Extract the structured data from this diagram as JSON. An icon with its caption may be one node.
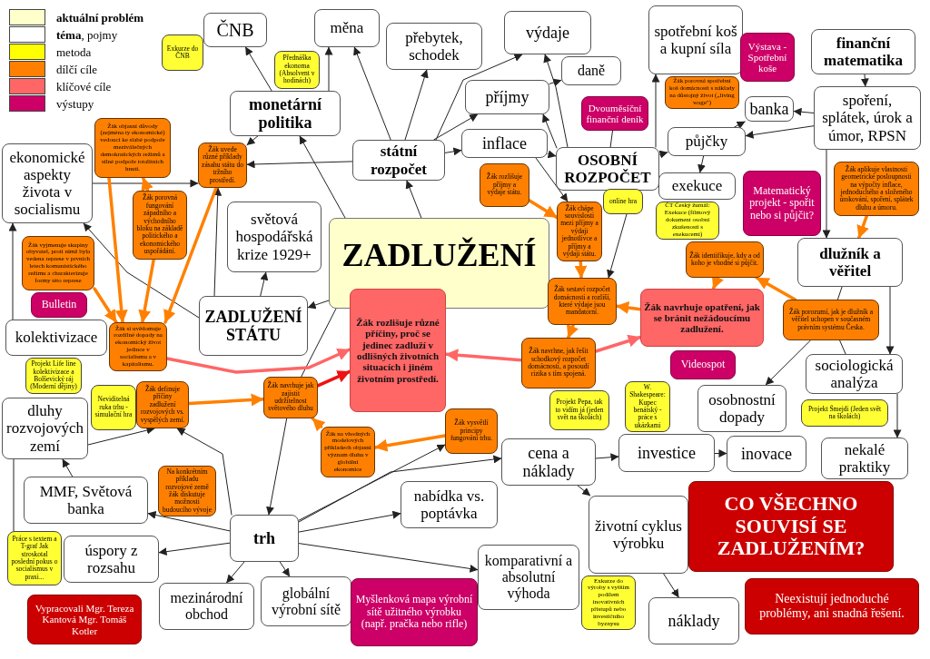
{
  "diagram": {
    "nodes": [
      {
        "text": [
          "ČNB"
        ]
      },
      {
        "text": [
          "Exkurze do ČNB"
        ]
      },
      {
        "text": [
          "měna"
        ]
      },
      {
        "text": [
          "přebytek, schodek"
        ]
      },
      {
        "text": [
          "výdaje"
        ]
      },
      {
        "text": [
          "daně"
        ]
      },
      {
        "text": [
          "spotřební koš a kupní síla"
        ]
      },
      {
        "text": [
          "Výstava - Spotřební koše"
        ]
      },
      {
        "text": [
          "finanční matematika"
        ]
      },
      {
        "text": [
          "Přednáška ekonoma (Absolvent v hodinách)"
        ]
      },
      {
        "text": [
          "monetární politika"
        ]
      },
      {
        "text": [
          "příjmy"
        ]
      },
      {
        "text": [
          "Dvouměsíční finanční deník"
        ]
      },
      {
        "text": [
          "Žák porovná spotřební koš domácnosti s náklady na důstojný život („living wage\")"
        ]
      },
      {
        "text": [
          "banka"
        ]
      },
      {
        "text": [
          "spoření, splátek, úrok a úmor, RPSN"
        ]
      },
      {
        "text": [
          "Žák objasní důvody (zejména ty ekonomické) vedoucí ke slabé podpoře meziválečných demokratických režimů a silné podpoře totalitních hnutí."
        ]
      },
      {
        "text": [
          "Žák uvede různé příklady zásahu státu do tržního prostředí."
        ]
      },
      {
        "text": [
          "státní rozpočet"
        ]
      },
      {
        "text": [
          "inflace"
        ]
      },
      {
        "text": [
          "OSOBNÍ ROZPOČET"
        ]
      },
      {
        "text": [
          "půjčky"
        ]
      },
      {
        "text": [
          "ekonomické aspekty života v socialismu"
        ]
      },
      {
        "text": [
          "exekuce"
        ]
      },
      {
        "text": [
          "Žák rozlišuje příjmy a výdaje státu."
        ]
      },
      {
        "text": [
          "Žák chápe souvislosti mezi příjmy a výdaji jednotlivce a příjmy a výdaji státu."
        ]
      },
      {
        "text": [
          "online hra"
        ]
      },
      {
        "text": [
          "Matematický projekt - spořit nebo si půjčit?"
        ]
      },
      {
        "text": [
          "Žák aplikuje vlastnosti geometrické posloupnosti na výpočty inflace, jednoduchého a složeného úrokování, spoření, splátek dluhu a úmoru."
        ]
      },
      {
        "text": [
          "Žák porovná fungování západního a východního bloku na základě politického a ekonomického uspořádání."
        ]
      },
      {
        "text": [
          "světová hospodářská krize 1929+"
        ]
      },
      {
        "text": [
          "ZADLUŽENÍ"
        ]
      },
      {
        "text": [
          "ČT Český žurnál: Exekuce (filmový dokument osobní zkušenosti s exekucemi)"
        ]
      },
      {
        "text": [
          "Žák identifikuje, kdy a od koho je vhodné si půjčit."
        ]
      },
      {
        "text": [
          "dlužník a věřitel"
        ]
      },
      {
        "text": [
          "Žák vyjmenuje skupiny obyvatel, proti nimž byla vedena represe v prvních letech komunistického režimu a charakterizuje formy této represe"
        ]
      },
      {
        "text": [
          "Bulletin"
        ]
      },
      {
        "text": [
          "ZADLUŽENÍ STÁTU"
        ]
      },
      {
        "text": [
          "kolektivizace"
        ]
      },
      {
        "text": [
          "Žák si uvědomuje rozdílné dopady na ekonomický život jedince v socialismu a v kapitalismu."
        ]
      },
      {
        "text": [
          "Žák rozlišuje různé příčiny, proč se jedinec zadluží v odlišných životních situacích i jiném životním prostředí."
        ]
      },
      {
        "text": [
          "Žák sestaví rozpočet domácnosti a rozliší, které výdaje jsou mandatorní."
        ]
      },
      {
        "text": [
          "Žák navrhuje opatření, jak se bránit nežádoucímu zadlužení."
        ]
      },
      {
        "text": [
          "Žák navrhne, jak řešit schodkový rozpočet domácnosti, a posoudí rizika s tím spojená."
        ]
      },
      {
        "text": [
          "Žák porozumí, jak je dlužník a věřitel uchopen v současném právním systému Česka."
        ]
      },
      {
        "text": [
          "Projekt Life line kolektivizace a Bolševický ráj (Moderní dějiny)"
        ]
      },
      {
        "text": [
          "Videospot"
        ]
      },
      {
        "text": [
          "sociologická analýza"
        ]
      },
      {
        "text": [
          "W. Shakespeare: Kupec benátský - práce s ukázkami"
        ]
      },
      {
        "text": [
          "Žák navrhuje jak zajistit udržitelnost světového dluhu"
        ]
      },
      {
        "text": [
          "Projekt Pepa, tak to vidím já (jeden svět na školách)"
        ]
      },
      {
        "text": [
          "osobnostní dopady"
        ]
      },
      {
        "text": [
          "dluhy rozvojových zemí"
        ]
      },
      {
        "text": [
          "Neviditelná ruka trhu - simulační hra"
        ]
      },
      {
        "text": [
          "Žák definuje příčiny zadlužení rozvojových vs. vyspělých zemí."
        ]
      },
      {
        "text": [
          "Projekt Šmejdi (Jeden svět na školách)"
        ]
      },
      {
        "text": [
          "Žák vysvětlí principy fungování trhu."
        ]
      },
      {
        "text": [
          "Žák na vhodných modelových příkladech objasní význam dluhu v globální ekonomice"
        ]
      },
      {
        "text": [
          "investice"
        ]
      },
      {
        "text": [
          "inovace"
        ]
      },
      {
        "text": [
          "nekalé praktiky"
        ]
      },
      {
        "text": [
          "cena a náklady"
        ]
      },
      {
        "text": [
          "MMF, Světová banka"
        ]
      },
      {
        "text": [
          "Na konkrétním příkladu rozvojové země žák diskutuje možnosti budoucího vývoje"
        ]
      },
      {
        "text": [
          "nabídka vs. poptávka"
        ]
      },
      {
        "text": [
          "životní cyklus výrobku"
        ]
      },
      {
        "text": [
          "CO VŠECHNO SOUVISÍ SE ZADLUŽENÍM?"
        ]
      },
      {
        "text": [
          "trh"
        ]
      },
      {
        "text": [
          "Práce s textem a T-graf Jak stroskotal poslední pokus o socialismus v praxi..."
        ]
      },
      {
        "text": [
          "úspory z rozsahu"
        ]
      },
      {
        "text": [
          "komparativní a absolutní výhoda"
        ]
      },
      {
        "text": [
          "Exkurze do výroby s vyšším podílem inovativních přístupů nebo investičního byznysu"
        ]
      },
      {
        "text": [
          "Neexistují jednoduché problémy, ani snadná řešení."
        ]
      },
      {
        "text": [
          "mezinárodní obchod"
        ]
      },
      {
        "text": [
          "globální výrobní sítě"
        ]
      },
      {
        "text": [
          "Myšlenková mapa výrobní sítě užitného výrobku (např. pračka nebo rifle)"
        ]
      },
      {
        "text": [
          "náklady"
        ]
      },
      {
        "text": [
          "Vypracovali Mgr. Tereza Kantová Mgr. Tomáš Kotler"
        ]
      }
    ],
    "edges": [
      {
        "from": 10,
        "to": 0,
        "arrow": "to"
      },
      {
        "from": 10,
        "to": 2,
        "arrow": "to"
      },
      {
        "from": 18,
        "to": 2,
        "arrow": "to"
      },
      {
        "from": 18,
        "to": 3,
        "arrow": "to"
      },
      {
        "from": 18,
        "to": 4,
        "arrow": "to"
      },
      {
        "from": 18,
        "to": 11,
        "arrow": "to"
      },
      {
        "from": 18,
        "to": 19,
        "arrow": "to"
      },
      {
        "from": 31,
        "to": 18,
        "arrow": "to"
      },
      {
        "from": 31,
        "to": 10,
        "arrow": "to"
      },
      {
        "from": 18,
        "to": 17,
        "arrow": "to"
      },
      {
        "from": 10,
        "to": 17,
        "arrow": "to"
      },
      {
        "from": 37,
        "to": 30,
        "arrow": "to"
      },
      {
        "from": 37,
        "to": 17,
        "arrow": "to"
      },
      {
        "from": 22,
        "to": 17,
        "arrow": "to"
      },
      {
        "from": 37,
        "to": 22,
        "arrow": "to"
      },
      {
        "from": 38,
        "to": 22,
        "arrow": "to"
      },
      {
        "from": 52,
        "to": 68,
        "arrow": "none"
      },
      {
        "from": 52,
        "to": 54,
        "arrow": "to"
      },
      {
        "from": 62,
        "to": 52,
        "arrow": "to"
      },
      {
        "from": 67,
        "to": 62,
        "arrow": "to"
      },
      {
        "from": 67,
        "to": 69,
        "arrow": "to"
      },
      {
        "from": 67,
        "to": 54,
        "arrow": "to"
      },
      {
        "from": 49,
        "to": 67,
        "arrow": "to"
      },
      {
        "from": 67,
        "to": 73,
        "arrow": "to"
      },
      {
        "from": 67,
        "to": 74,
        "arrow": "to"
      },
      {
        "from": 67,
        "to": 70,
        "arrow": "to"
      },
      {
        "from": 67,
        "to": 64,
        "arrow": "to"
      },
      {
        "from": 67,
        "to": 61,
        "arrow": "to"
      },
      {
        "from": 67,
        "to": 56,
        "arrow": "to"
      },
      {
        "from": 61,
        "to": 58,
        "arrow": "to"
      },
      {
        "from": 61,
        "to": 65,
        "arrow": "to"
      },
      {
        "from": 58,
        "to": 59,
        "arrow": "to"
      },
      {
        "from": 65,
        "to": 76,
        "arrow": "to"
      },
      {
        "from": 8,
        "to": 15,
        "arrow": "to"
      },
      {
        "from": 15,
        "to": 14,
        "arrow": "to"
      },
      {
        "from": 15,
        "to": 21,
        "arrow": "to"
      },
      {
        "from": 15,
        "to": 34,
        "arrow": "to"
      },
      {
        "from": 21,
        "to": 14,
        "arrow": "to"
      },
      {
        "from": 21,
        "to": 23,
        "arrow": "to"
      },
      {
        "from": 20,
        "to": 21,
        "arrow": "to"
      },
      {
        "from": 20,
        "to": 4,
        "arrow": "to"
      },
      {
        "from": 20,
        "to": 11,
        "arrow": "to"
      },
      {
        "from": 11,
        "to": 5,
        "arrow": "to"
      },
      {
        "from": 19,
        "to": 20,
        "arrow": "to"
      },
      {
        "from": 19,
        "to": 25,
        "arrow": "to"
      },
      {
        "from": 20,
        "to": 6,
        "arrow": "to"
      },
      {
        "from": 12,
        "to": 20,
        "arrow": "none"
      },
      {
        "from": 26,
        "to": 41,
        "arrow": "to"
      },
      {
        "from": 34,
        "to": 47,
        "arrow": "to"
      },
      {
        "from": 34,
        "to": 44,
        "arrow": "none"
      },
      {
        "from": 44,
        "to": 51,
        "arrow": "to"
      },
      {
        "from": 44,
        "to": 47,
        "arrow": "none"
      },
      {
        "from": 47,
        "to": 60,
        "arrow": "to"
      },
      {
        "from": 31,
        "to": 37,
        "arrow": "to"
      },
      {
        "from": 31,
        "to": 49,
        "arrow": "none"
      },
      {
        "from": 29,
        "to": 16,
        "arrow": "to",
        "style": "thick",
        "color": "#ff8000"
      },
      {
        "from": 16,
        "to": 39,
        "arrow": "to",
        "style": "thick",
        "color": "#ff8000"
      },
      {
        "from": 29,
        "to": 39,
        "arrow": "to",
        "style": "thick",
        "color": "#ff8000"
      },
      {
        "from": 17,
        "to": 39,
        "arrow": "to",
        "style": "thick",
        "color": "#ff8000"
      },
      {
        "from": 35,
        "to": 39,
        "arrow": "to",
        "style": "thick",
        "color": "#ff8000"
      },
      {
        "from": 24,
        "to": 25,
        "arrow": "to",
        "style": "thick",
        "color": "#ff8000"
      },
      {
        "from": 25,
        "to": 41,
        "arrow": "to",
        "style": "thick",
        "color": "#ff8000"
      },
      {
        "from": 41,
        "to": 43,
        "arrow": "to",
        "style": "thick",
        "color": "#ff8000"
      },
      {
        "from": 28,
        "to": 34,
        "arrow": "to",
        "style": "thick",
        "color": "#ff8000"
      },
      {
        "from": 33,
        "to": 42,
        "arrow": "to",
        "style": "thick",
        "color": "#ff8000"
      },
      {
        "from": 44,
        "to": 33,
        "arrow": "to",
        "style": "thick",
        "color": "#ff8000"
      },
      {
        "from": 42,
        "to": 41,
        "arrow": "to",
        "style": "thick",
        "color": "#ff8000"
      },
      {
        "from": 54,
        "to": 49,
        "arrow": "to",
        "style": "thick",
        "color": "#ff8000"
      },
      {
        "from": 56,
        "to": 57,
        "arrow": "to",
        "style": "thick",
        "color": "#ff8000"
      },
      {
        "from": 57,
        "to": 49,
        "arrow": "to",
        "style": "thick",
        "color": "#ff8000"
      },
      {
        "from": 49,
        "to": 40,
        "arrow": "to",
        "style": "thick",
        "color": "#ee1111"
      },
      {
        "from": 39,
        "to": 40,
        "arrow": "to",
        "style": "thick",
        "color": "#ff6666"
      },
      {
        "from": 43,
        "to": 40,
        "arrow": "to",
        "style": "thick",
        "color": "#ff6666"
      },
      {
        "from": 43,
        "to": 42,
        "arrow": "to",
        "style": "thick",
        "color": "#ff6666"
      }
    ],
    "legend": [
      {
        "text": "aktuální problém",
        "color": "#ffffcc"
      },
      {
        "text": "**téma**, pojmy",
        "color": "#ffffff"
      },
      {
        "text": "metoda",
        "color": "#ffff00"
      },
      {
        "text": "dílčí cíle",
        "color": "#ff8000"
      },
      {
        "text": "klíčové cíle",
        "color": "#ff6666"
      },
      {
        "text": "výstupy",
        "color": "#cc0066"
      }
    ]
  }
}
